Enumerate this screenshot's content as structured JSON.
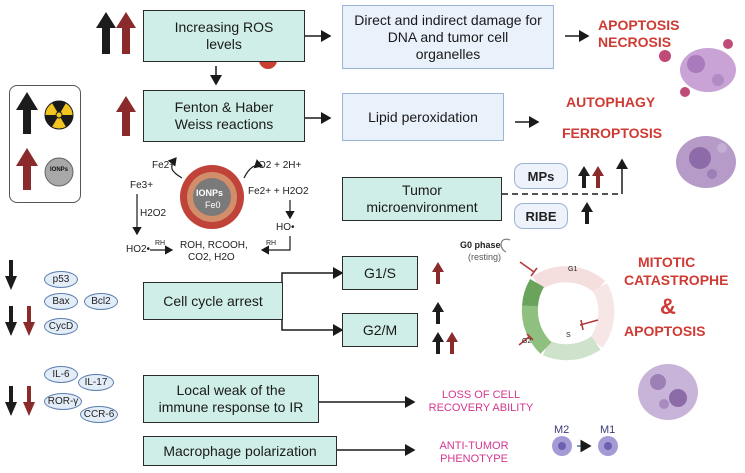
{
  "boxes": {
    "ros": "Increasing ROS levels",
    "dna": "Direct and indirect damage for DNA and tumor cell organelles",
    "fenton": "Fenton & Haber Weiss reactions",
    "lipid": "Lipid peroxidation",
    "tme": "Tumor microenvironment",
    "ccarrest": "Cell cycle arrest",
    "g1s": "G1/S",
    "g2m": "G2/M",
    "immune": "Local weak of the immune response to IR",
    "macro": "Macrophage polarization",
    "mps": "MPs",
    "ribe": "RIBE"
  },
  "outcomes": {
    "apoptosis_necrosis_1": "APOPTOSIS",
    "apoptosis_necrosis_2": "NECROSIS",
    "autophagy": "AUTOPHAGY",
    "ferroptosis": "FERROPTOSIS",
    "mitotic_1": "MITOTIC",
    "mitotic_2": "CATASTROPHE",
    "amp": "&",
    "apoptosis": "APOPTOSIS",
    "loss": "LOSS OF CELL RECOVERY ABILITY",
    "antitumor": "ANTI-TUMOR PHENOTYPE"
  },
  "legend": {
    "ionps": "IONPs"
  },
  "markers": {
    "p53": "p53",
    "bax": "Bax",
    "bcl2": "Bcl2",
    "cycd": "CycD",
    "il6": "IL-6",
    "il17": "IL-17",
    "rory": "ROR-γ",
    "ccr6": "CCR-6"
  },
  "chem": {
    "fe2_top": "Fe2+",
    "fe3": "Fe3+",
    "h2o2_left": "H2O2",
    "ho2": "HO2•",
    "rh": "RH",
    "products_1": "ROH, RCOOH,",
    "products_2": "CO2, H2O",
    "o2": "O2 + 2H+",
    "fe2_right": "Fe2+ + H2O2",
    "ho": "HO•",
    "core_1": "IONPs",
    "core_2": "Fe0"
  },
  "cycle": {
    "g0_1": "G0 phase",
    "g0_2": "(resting)",
    "g1": "G1",
    "s": "S",
    "g2": "G2",
    "m": "M"
  },
  "macrophage": {
    "m2": "M2",
    "m1": "M1"
  },
  "colors": {
    "arrow_up_dark": "#1c1c1c",
    "arrow_up_red": "#8b2a2a",
    "outcome_red": "#cf3b34",
    "box_green": "#cfeee7"
  }
}
